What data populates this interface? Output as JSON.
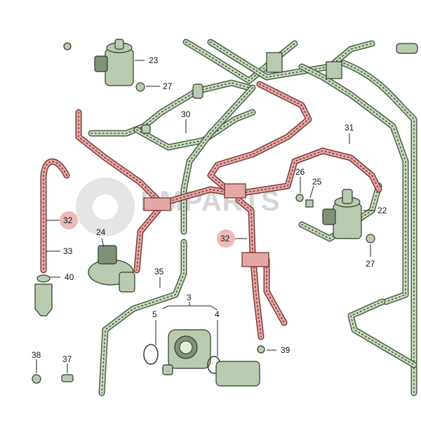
{
  "watermark": {
    "text": "PMPARTS"
  },
  "callouts": [
    {
      "id": "23",
      "label": "23"
    },
    {
      "id": "27a",
      "label": "27"
    },
    {
      "id": "30",
      "label": "30"
    },
    {
      "id": "31",
      "label": "31"
    },
    {
      "id": "26",
      "label": "26"
    },
    {
      "id": "25",
      "label": "25"
    },
    {
      "id": "22",
      "label": "22"
    },
    {
      "id": "27b",
      "label": "27"
    },
    {
      "id": "32a",
      "label": "32",
      "highlighted": true
    },
    {
      "id": "32b",
      "label": "32",
      "highlighted": true
    },
    {
      "id": "33",
      "label": "33"
    },
    {
      "id": "24",
      "label": "24"
    },
    {
      "id": "40",
      "label": "40"
    },
    {
      "id": "35",
      "label": "35"
    },
    {
      "id": "3",
      "label": "3"
    },
    {
      "id": "5",
      "label": "5"
    },
    {
      "id": "4",
      "label": "4"
    },
    {
      "id": "39",
      "label": "39"
    },
    {
      "id": "38",
      "label": "38"
    },
    {
      "id": "37",
      "label": "37"
    }
  ],
  "colors": {
    "hose_green": "#c9dcbf",
    "hose_red": "#e6a9a6",
    "highlight": "#efb9b9"
  }
}
